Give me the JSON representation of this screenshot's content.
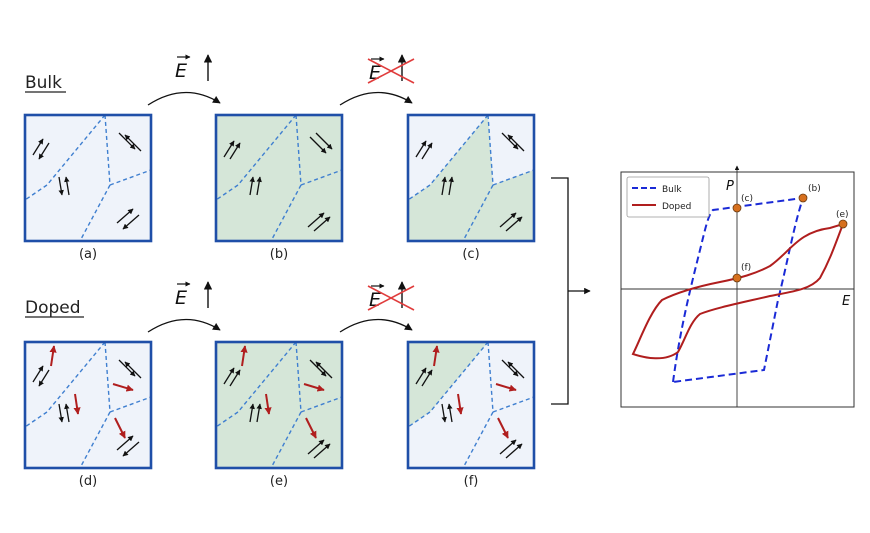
{
  "rows": [
    {
      "label": "Bulk",
      "panels": [
        "(a)",
        "(b)",
        "(c)"
      ]
    },
    {
      "label": "Doped",
      "panels": [
        "(d)",
        "(e)",
        "(f)"
      ]
    }
  ],
  "field_symbol": "E",
  "colors": {
    "frame": "#1f4fa8",
    "domain_unpolarized": "#eff3fa",
    "domain_polarized": "#d5e6d8",
    "wall": "#3f7fd0",
    "dipole": "#111111",
    "defect_dipole": "#b01e1e",
    "cross": "#e03c3c",
    "bulk_curve": "#1a2ad6",
    "doped_curve": "#b01e1e",
    "marker": "#d6701e"
  },
  "chart_data": {
    "type": "line",
    "xlabel": "E",
    "ylabel": "P",
    "legend": [
      "Bulk",
      "Doped"
    ],
    "legend_position": "top-left",
    "series": [
      {
        "name": "Bulk",
        "style": "dashed"
      },
      {
        "name": "Doped",
        "style": "solid"
      }
    ],
    "markers": [
      "(b)",
      "(c)",
      "(e)",
      "(f)"
    ]
  }
}
